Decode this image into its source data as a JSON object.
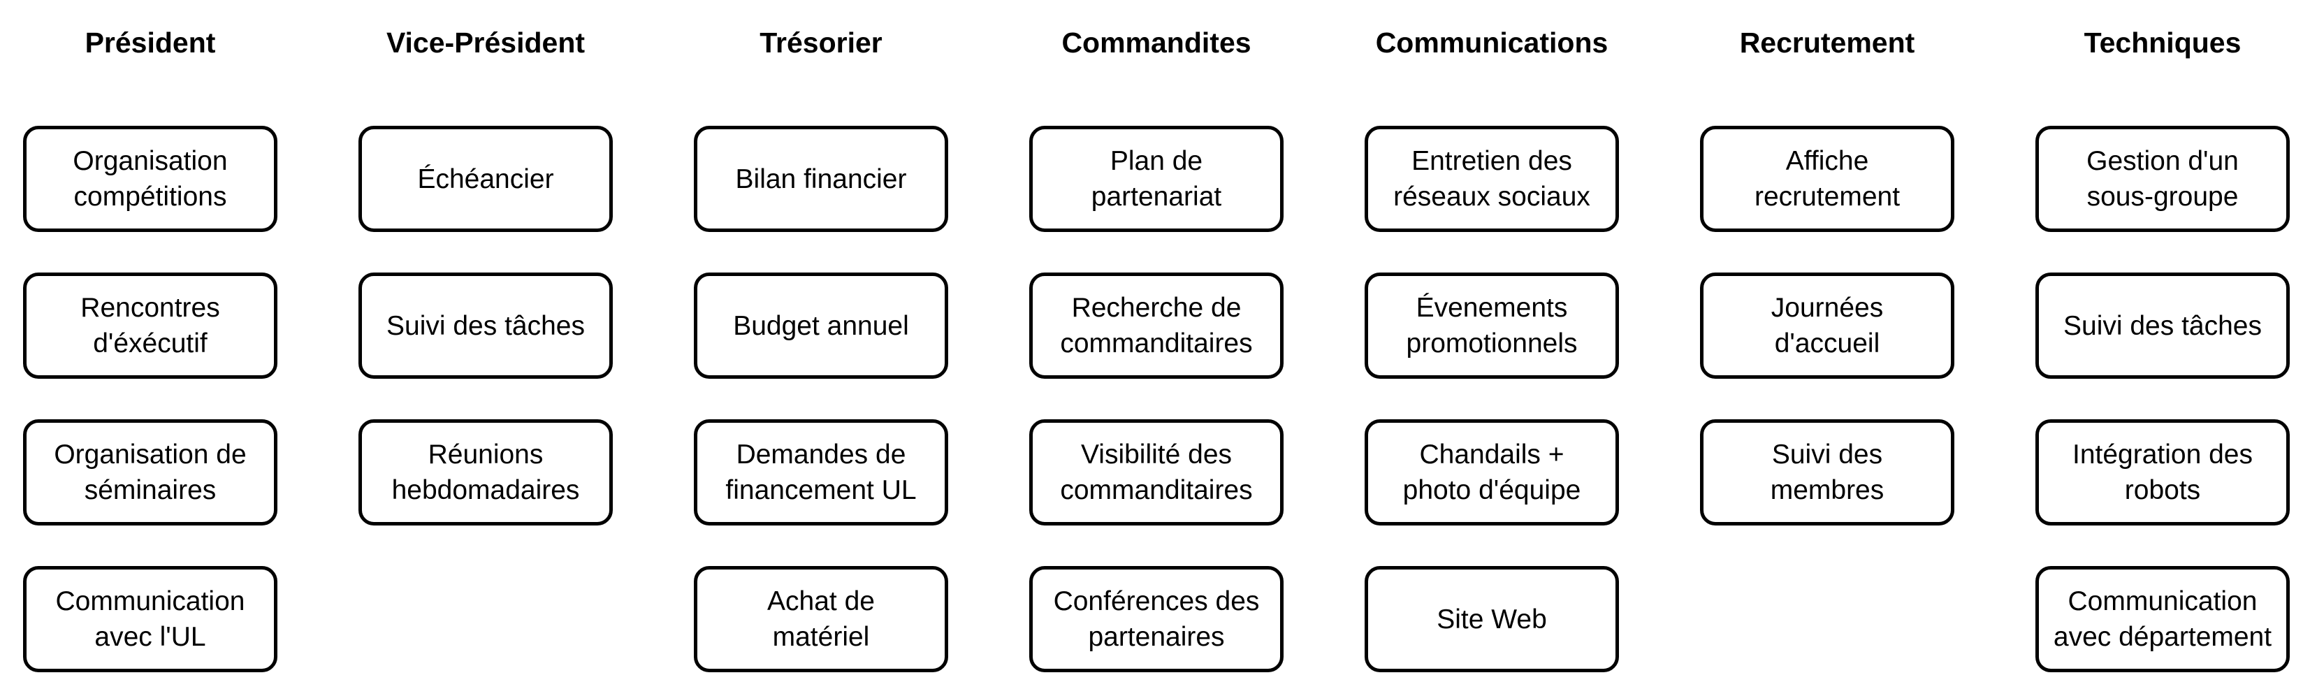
{
  "columns": [
    {
      "title": "Président",
      "tasks": [
        "Organisation\ncompétitions",
        "Rencontres\nd'éxécutif",
        "Organisation de\nséminaires",
        "Communication\navec l'UL"
      ]
    },
    {
      "title": "Vice-Président",
      "tasks": [
        "Échéancier",
        "Suivi des tâches",
        "Réunions\nhebdomadaires"
      ]
    },
    {
      "title": "Trésorier",
      "tasks": [
        "Bilan financier",
        "Budget annuel",
        "Demandes de\nfinancement UL",
        "Achat de\nmatériel"
      ]
    },
    {
      "title": "Commandites",
      "tasks": [
        "Plan de\npartenariat",
        "Recherche de\ncommanditaires",
        "Visibilité des\ncommanditaires",
        "Conférences des\npartenaires"
      ]
    },
    {
      "title": "Communications",
      "tasks": [
        "Entretien des\nréseaux sociaux",
        "Évenements\npromotionnels",
        "Chandails +\nphoto d'équipe",
        "Site Web"
      ]
    },
    {
      "title": "Recrutement",
      "tasks": [
        "Affiche\nrecrutement",
        "Journées\nd'accueil",
        "Suivi des\nmembres"
      ]
    },
    {
      "title": "Techniques",
      "tasks": [
        "Gestion d'un\nsous-groupe",
        "Suivi des tâches",
        "Intégration des\nrobots",
        "Communication\navec département"
      ]
    }
  ]
}
